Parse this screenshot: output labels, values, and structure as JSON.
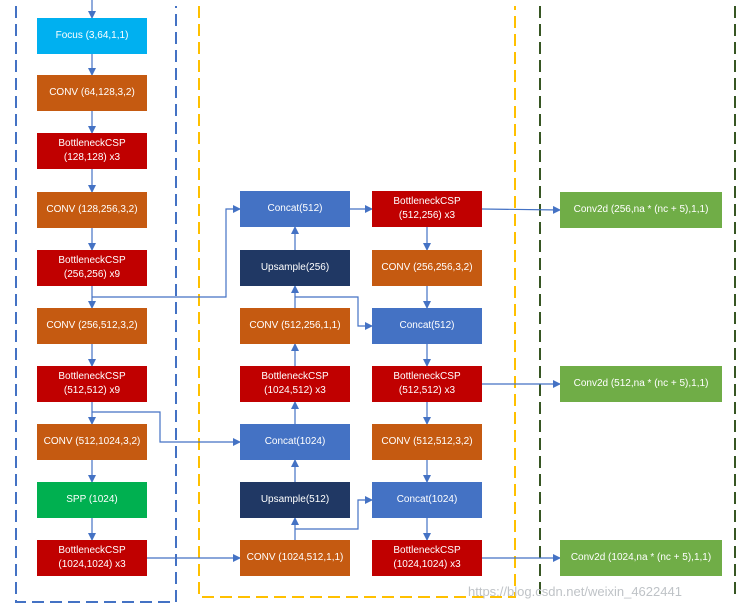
{
  "colors": {
    "focus": "#00b0f0",
    "conv": "#c55a11",
    "csp": "#c00000",
    "spp": "#00b050",
    "concat": "#4472c4",
    "upsample": "#203864",
    "detect": "#70ad47",
    "arrow": "#4472c4",
    "border_backbone": "#4472c4",
    "border_neck": "#ffc000",
    "border_head": "#375623"
  },
  "nodes": {
    "focus": [
      "Focus (3,64,1,1)"
    ],
    "conv1": [
      "CONV (64,128,3,2)"
    ],
    "csp1": [
      "BottleneckCSP",
      "(128,128) x3"
    ],
    "conv2": [
      "CONV (128,256,3,2)"
    ],
    "csp2": [
      "BottleneckCSP",
      "(256,256) x9"
    ],
    "conv3": [
      "CONV (256,512,3,2)"
    ],
    "csp3": [
      "BottleneckCSP",
      "(512,512) x9"
    ],
    "conv4": [
      "CONV (512,1024,3,2)"
    ],
    "spp": [
      "SPP (1024)"
    ],
    "csp4": [
      "BottleneckCSP",
      "(1024,1024) x3"
    ],
    "concat_n1": [
      "Concat(512)"
    ],
    "upsample1": [
      "Upsample(256)"
    ],
    "conv_n1": [
      "CONV (512,256,1,1)"
    ],
    "csp_n1": [
      "BottleneckCSP",
      "(1024,512) x3"
    ],
    "concat_n2": [
      "Concat(1024)"
    ],
    "upsample2": [
      "Upsample(512)"
    ],
    "conv_n2": [
      "CONV (1024,512,1,1)"
    ],
    "csp_h1": [
      "BottleneckCSP",
      "(512,256) x3"
    ],
    "conv_h1": [
      "CONV (256,256,3,2)"
    ],
    "concat_h1": [
      "Concat(512)"
    ],
    "csp_h2": [
      "BottleneckCSP",
      "(512,512) x3"
    ],
    "conv_h2": [
      "CONV (512,512,3,2)"
    ],
    "concat_h2": [
      "Concat(1024)"
    ],
    "csp_h3": [
      "BottleneckCSP",
      "(1024,1024) x3"
    ],
    "detect1": [
      "Conv2d (256,na * (nc + 5),1,1)"
    ],
    "detect2": [
      "Conv2d (512,na * (nc + 5),1,1)"
    ],
    "detect3": [
      "Conv2d (1024,na * (nc + 5),1,1)"
    ]
  },
  "watermark": "https://blog.csdn.net/weixin_4622441"
}
